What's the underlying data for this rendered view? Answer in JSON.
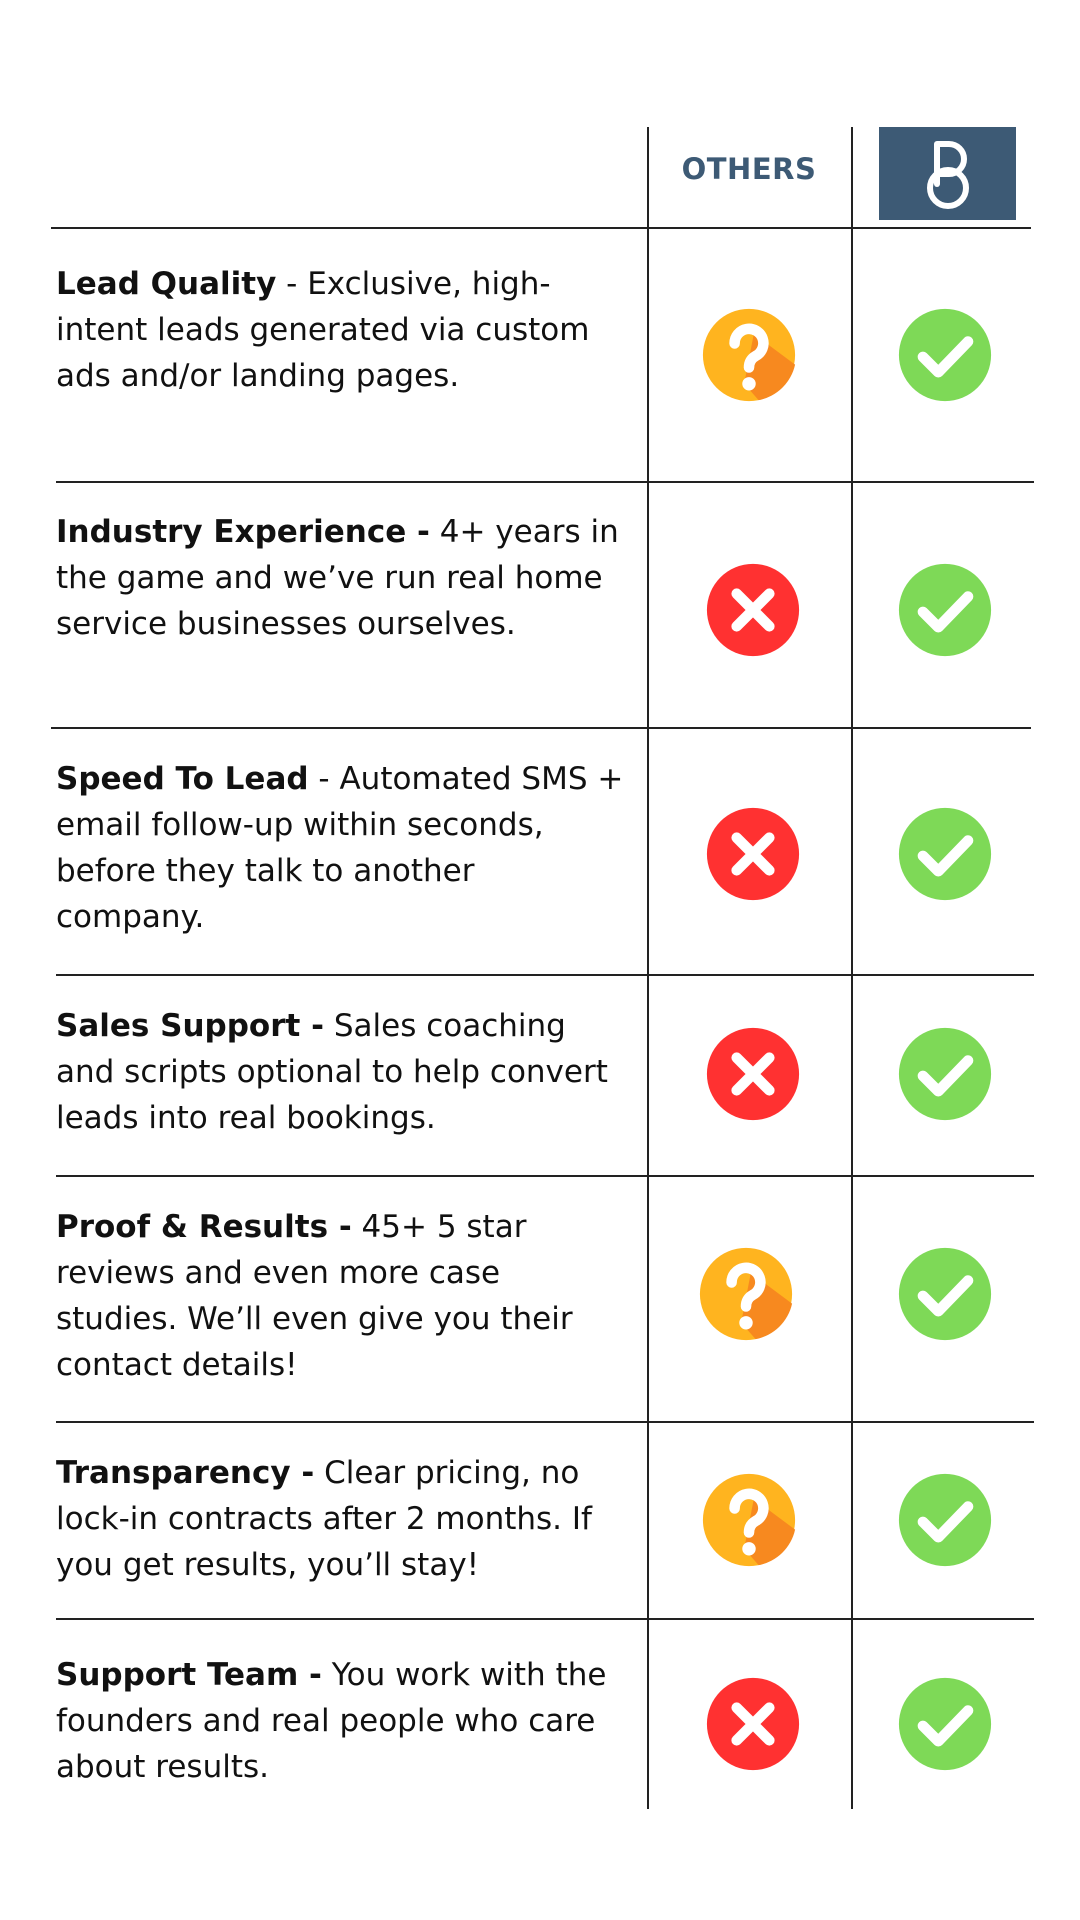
{
  "header": {
    "others_label": "OTHERS",
    "logo_icon": "brand-logo-icon"
  },
  "colors": {
    "brand": "#3d5a75",
    "check": "#7ed957",
    "cross": "#ff3131",
    "question": "#ffb41f",
    "question_shade": "#f7891f"
  },
  "rows": [
    {
      "title": "Lead Quality",
      "separator": " - ",
      "description": "Exclusive, high-intent leads generated via custom ads and/or landing pages.",
      "others": "question-icon",
      "us": "check-icon"
    },
    {
      "title": "Industry Experience -",
      "separator": " ",
      "description": "4+ years in the game and we’ve run real home service businesses ourselves.",
      "others": "cross-icon",
      "us": "check-icon"
    },
    {
      "title": "Speed To Lead",
      "separator": " - ",
      "description": "Automated SMS + email follow-up within seconds, before they talk to another company.",
      "others": "cross-icon",
      "us": "check-icon"
    },
    {
      "title": "Sales Support -",
      "separator": " ",
      "description": "Sales coaching and scripts optional to help convert leads into real bookings.",
      "others": "cross-icon",
      "us": "check-icon"
    },
    {
      "title": "Proof & Results -",
      "separator": " ",
      "description": "45+ 5 star reviews and even more case studies. We’ll even give you their contact details!",
      "others": "question-icon",
      "us": "check-icon"
    },
    {
      "title": "Transparency -",
      "separator": " ",
      "description": "Clear pricing, no lock-in contracts after 2 months. If you get results, you’ll stay!",
      "others": "question-icon",
      "us": "check-icon"
    },
    {
      "title": "Support Team -",
      "separator": " ",
      "description": "You work with the founders and real people who care about results.",
      "others": "cross-icon",
      "us": "check-icon"
    }
  ]
}
